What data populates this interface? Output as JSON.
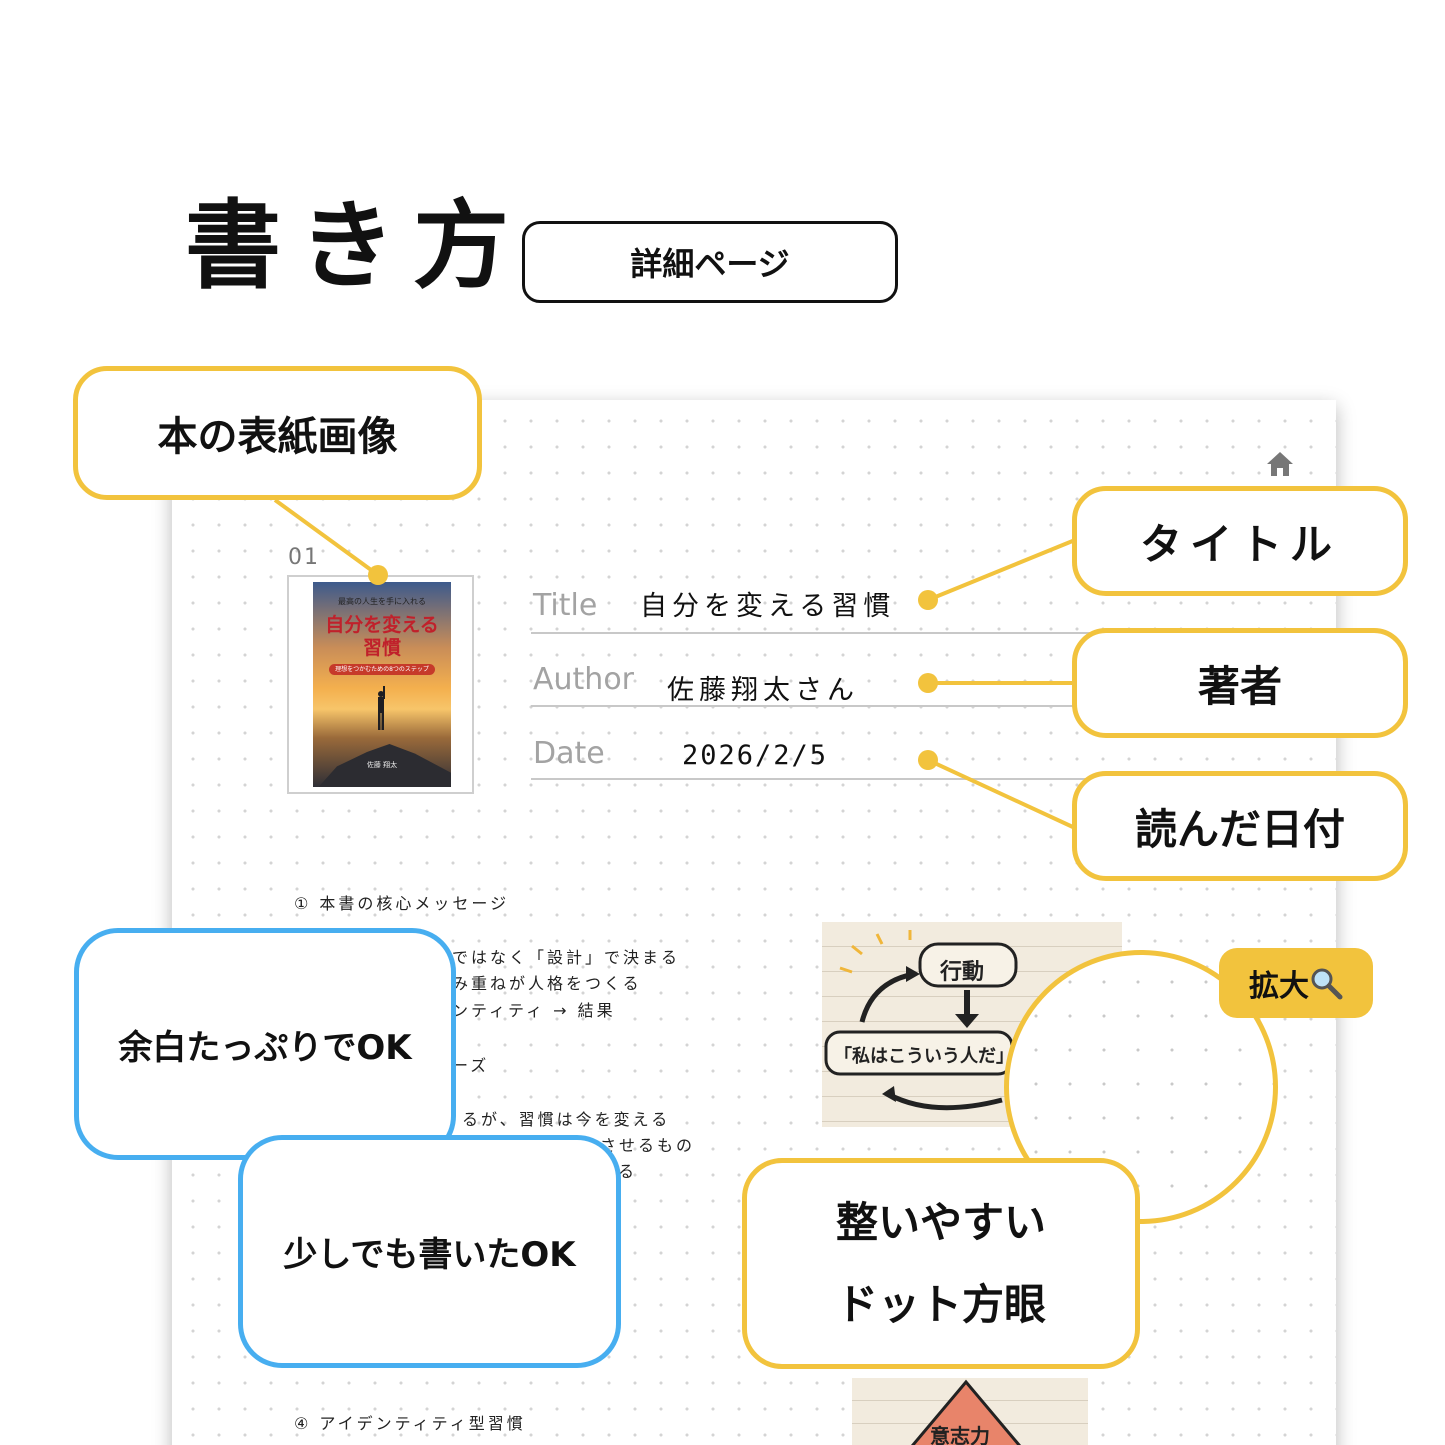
{
  "header": {
    "heading": "書き方",
    "page_label": "詳細ページ"
  },
  "sheet": {
    "page_number": "01",
    "cover": {
      "subtitle": "最高の人生を手に入れる",
      "title_line1": "自分を変える",
      "title_line2": "習慣",
      "tagline": "理想をつかむための8つのステップ",
      "author": "佐藤 翔太"
    },
    "fields": [
      {
        "label": "Title",
        "value": "自分を変える習慣"
      },
      {
        "label": "Author",
        "value": "佐藤翔太さん"
      },
      {
        "label": "Date",
        "value": "2026/2/5"
      }
    ],
    "sections": {
      "s1_heading": "① 本書の核心メッセージ",
      "s1_line1": "ではなく「設計」で決まる",
      "s1_line2": "み重ねが人格をつくる",
      "s1_line3": "ンティティ → 結果",
      "s2_fragment": "ーズ",
      "s3_line1": "るが、習慣は今を変える",
      "s3_line2": "させるもの",
      "s3_line3": "る",
      "s4_heading": "④ アイデンティティ型習慣"
    },
    "sketch": {
      "top_label": "行動",
      "side_label": "「私はこういう人だ」",
      "bottom_label": "意志力"
    }
  },
  "callouts": {
    "cover_image": "本の表紙画像",
    "title": "タイトル",
    "author": "著者",
    "date": "読んだ日付",
    "whitespace_ok": "余白たっぷりでOK",
    "little_ok": "少しでも書いたOK",
    "dot_grid": "整いやすい\nドット方眼",
    "zoom": "拡大"
  },
  "colors": {
    "accent_yellow": "#f2c33d",
    "accent_blue": "#47aef0",
    "label_gray": "#a3a3a3"
  },
  "icons": [
    "home-icon",
    "magnifier-icon"
  ]
}
